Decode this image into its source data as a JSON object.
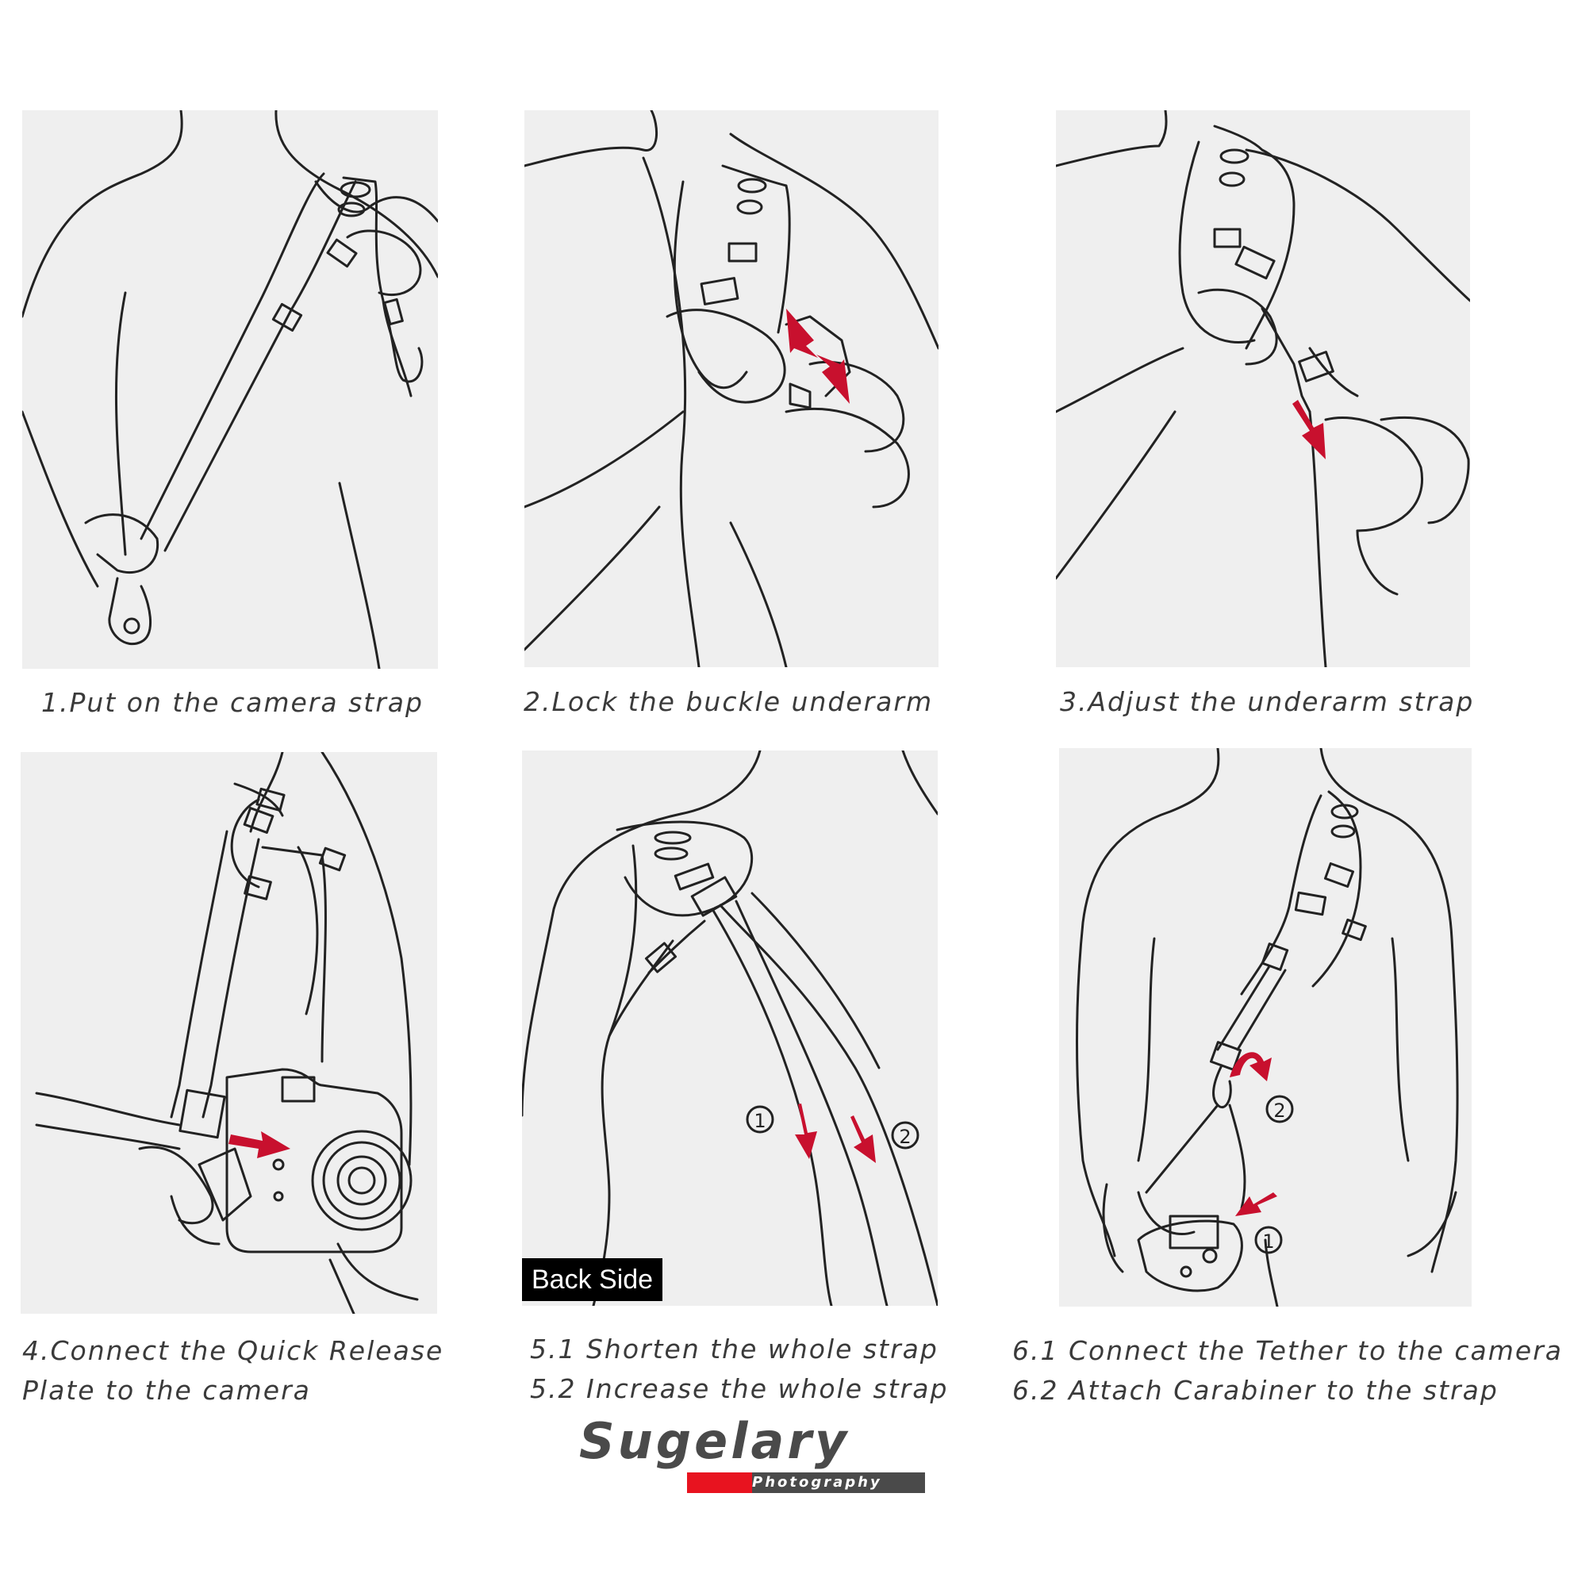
{
  "steps": [
    {
      "lines": [
        "1.Put on the camera strap"
      ]
    },
    {
      "lines": [
        "2.Lock the buckle underarm"
      ]
    },
    {
      "lines": [
        "3.Adjust the underarm strap"
      ]
    },
    {
      "lines": [
        "4.Connect the Quick Release",
        "Plate to the camera"
      ]
    },
    {
      "lines": [
        "5.1 Shorten the whole strap",
        "5.2 Increase the whole strap"
      ],
      "badge": "Back Side",
      "markers": [
        "1",
        "2"
      ]
    },
    {
      "lines": [
        "6.1 Connect the Tether to the camera",
        "6.2 Attach Carabiner to the strap"
      ],
      "markers": [
        "2",
        "1"
      ]
    }
  ],
  "logo": {
    "brand": "Sugelary",
    "tagline": "Photography"
  },
  "colors": {
    "panel": "#efefef",
    "line": "#222222",
    "arrow": "#c8102e",
    "text": "#3a3a3a",
    "logo_red": "#e8131f",
    "logo_gray": "#4a4a4a"
  }
}
